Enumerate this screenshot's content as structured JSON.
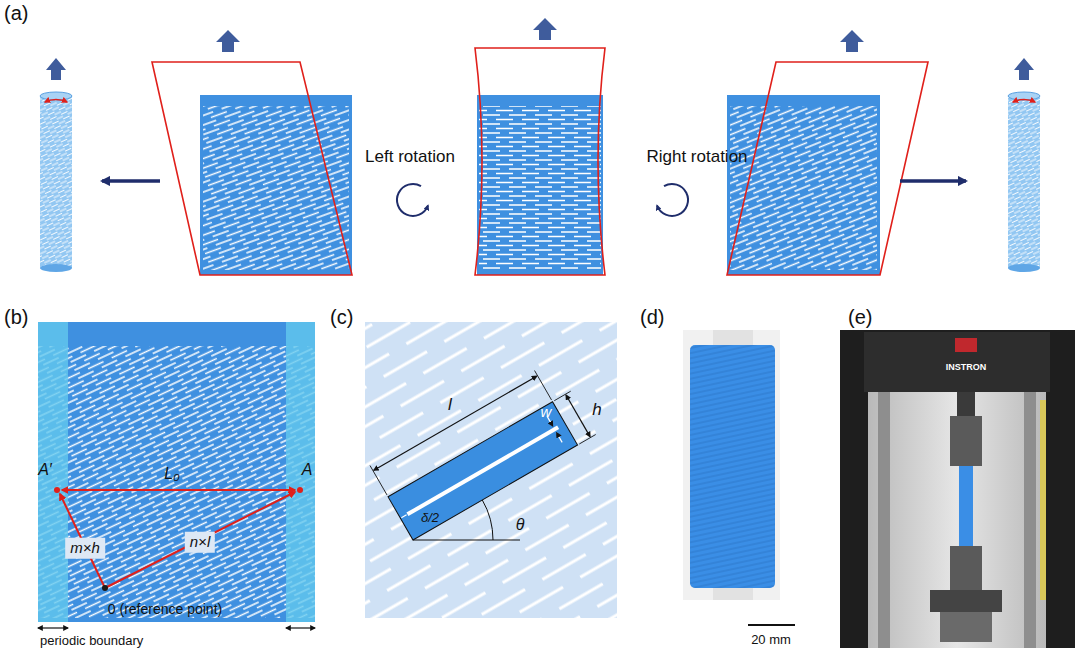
{
  "diagram": {
    "labels": [
      "(a)",
      "Left rotation",
      "Right rotation",
      "(b)",
      "A′",
      "L₀",
      "A",
      "m×h",
      "n×l",
      "0 (reference point)",
      "periodic boundary",
      "(c)",
      "l",
      "h",
      "w",
      "δ/2",
      "θ",
      "(d)",
      "20 mm",
      "(e)",
      "INSTRON"
    ]
  }
}
